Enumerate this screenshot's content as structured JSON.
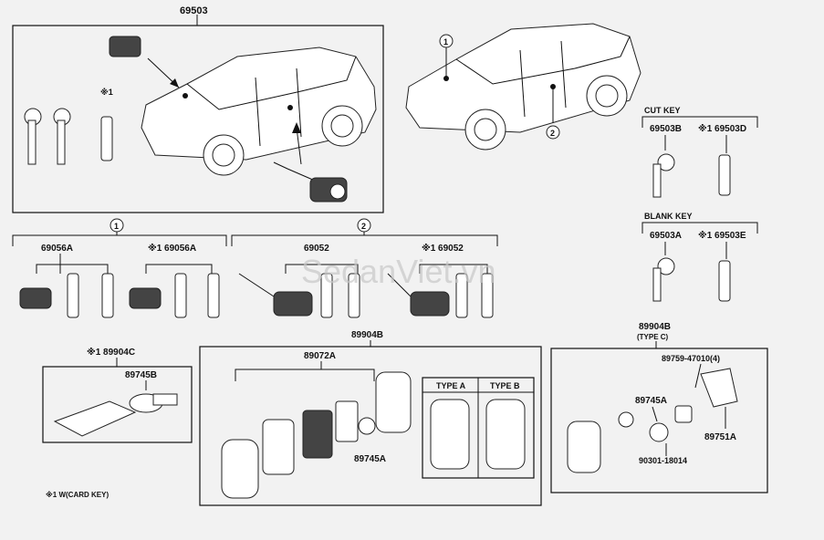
{
  "labels": {
    "p69503": "69503",
    "p69056A": "69056A",
    "p69056A_alt": "※1 69056A",
    "p69052": "69052",
    "p69052_alt": "※1 69052",
    "p89904B": "89904B",
    "p89904B_typec": "89904B",
    "typec_note": "(TYPE C)",
    "p89904C": "※1 89904C",
    "p89745B": "89745B",
    "p89072A": "89072A",
    "p89745A_mid": "89745A",
    "p89745A_right": "89745A",
    "p89759": "89759-47010(4)",
    "p90301": "90301-18014",
    "p89751A": "89751A",
    "p69503B": "69503B",
    "p69503D": "※1 69503D",
    "p69503A": "69503A",
    "p69503E": "※1 69503E",
    "star_note": "※1",
    "cut_key": "CUT KEY",
    "blank_key": "BLANK KEY",
    "type_a": "TYPE A",
    "type_b": "TYPE B",
    "ref1_top": "1",
    "ref2_top": "2",
    "ref1_bracket": "1",
    "ref2_bracket": "2",
    "footnote": "※1 W(CARD KEY)",
    "watermark": "SedanViet.vn"
  }
}
